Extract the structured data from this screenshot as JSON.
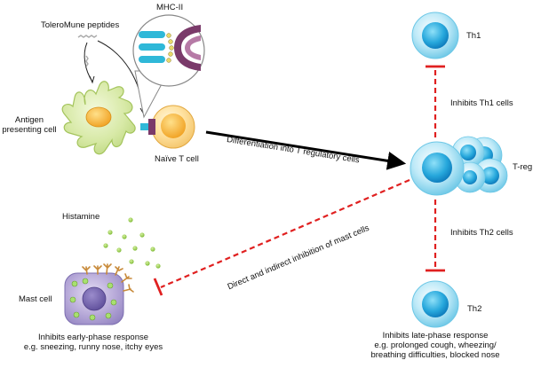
{
  "labels": {
    "peptides": "ToleroMune peptides",
    "mhc": "MHC-II",
    "antigen_line1": "Antigen",
    "antigen_line2": "presenting cell",
    "naive": "Naïve T cell",
    "differentiation": "Differentiation into T regulatory cells",
    "th1": "Th1",
    "inhibits_th1": "Inhibits Th1 cells",
    "treg": "T-reg",
    "inhibits_th2": "Inhibits Th2 cells",
    "th2": "Th2",
    "histamine": "Histamine",
    "mast_cell": "Mast cell",
    "mast_inhibition": "Direct and indirect inhibition of mast cells",
    "early_line1": "Inhibits early-phase response",
    "early_line2": "e.g. sneezing, runny nose, itchy eyes",
    "late_line1": "Inhibits late-phase response",
    "late_line2": "e.g. prolonged cough, wheezing/",
    "late_line3": "breathing difficulties, blocked nose"
  },
  "colors": {
    "inhibition_red": "#e02020",
    "tcell_blue": "#7fd3ee",
    "apc_green": "#c4dc8c",
    "naive_orange": "#f6b640",
    "mast_purple": "#9d8ec6",
    "histamine_green": "#8dc63f"
  }
}
